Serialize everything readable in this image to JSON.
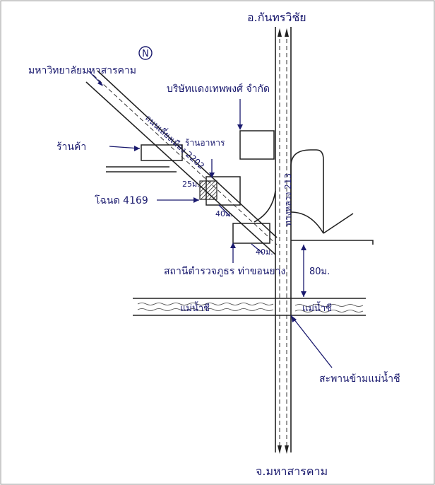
{
  "map": {
    "north_marker": "N",
    "destinations": {
      "north": "อ.กันทรวิชัย",
      "south": "จ.มหาสารคาม"
    },
    "roads": {
      "main_road": "ทางหลวง 213",
      "diagonal_road": "ถนนเลี่ยงเมือง 2202"
    },
    "landmarks": {
      "university": "มหาวิทยาลัยมหาสารคาม",
      "company": "บริษัทแดงเทพพงศ์ จำกัด",
      "shop": "ร้านค้า",
      "noodle_shop": "ร้านอาหาร",
      "site": "โฉนด 4169",
      "police_station": "สถานีตำรวจภูธร ท่าขอนยาง",
      "river_left": "แม่น้ำชี",
      "river_right": "แม่น้ำชี",
      "bridge": "สะพานข้ามแม่น้ำชี"
    },
    "distances": {
      "d25": "25ม.",
      "d40a": "40ม.",
      "d40b": "40ม.",
      "d80": "80ม."
    }
  }
}
